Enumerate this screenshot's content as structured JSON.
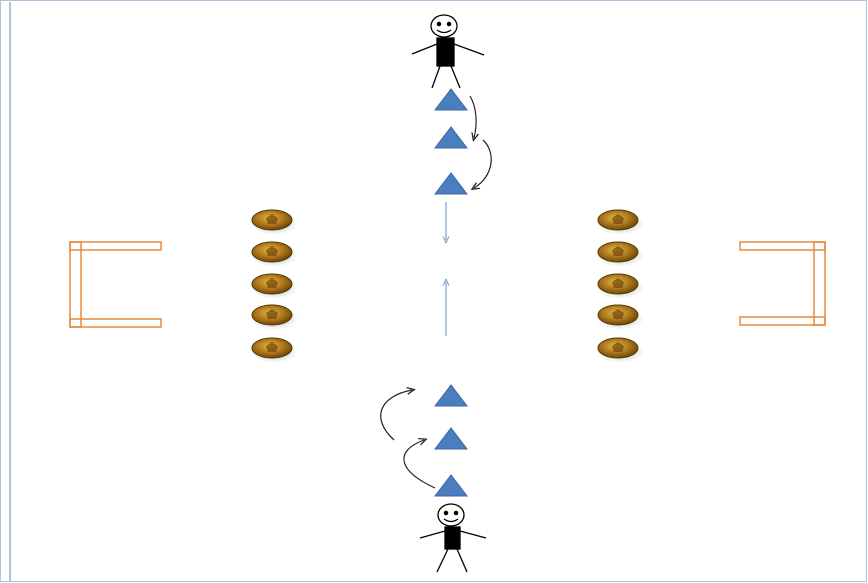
{
  "diagram": {
    "type": "soccer drill diagram",
    "colors": {
      "border": "#a9c4dc",
      "goal": "#e58a3c",
      "cone": "#4a7ec0",
      "cone_edge": "#3a67a3",
      "ball_dark": "#6b4608",
      "ball_mid": "#b07a1c",
      "ball_light": "#e6b54a",
      "arrow_blue": "#7f9fc8",
      "arrow_dark": "#222222",
      "player": "#000000"
    },
    "elements": {
      "goals": [
        "goal-left",
        "goal-right"
      ],
      "ball_columns": [
        {
          "side": "left",
          "count": 5
        },
        {
          "side": "right",
          "count": 5
        }
      ],
      "players": [
        "player-top",
        "player-bottom"
      ],
      "cone_groups": [
        {
          "group": "top",
          "count": 3
        },
        {
          "group": "bottom",
          "count": 3
        }
      ],
      "icons": [
        "goal-icon",
        "ball-icon",
        "cone-icon",
        "stick-figure-icon",
        "arrow-icon"
      ]
    }
  }
}
